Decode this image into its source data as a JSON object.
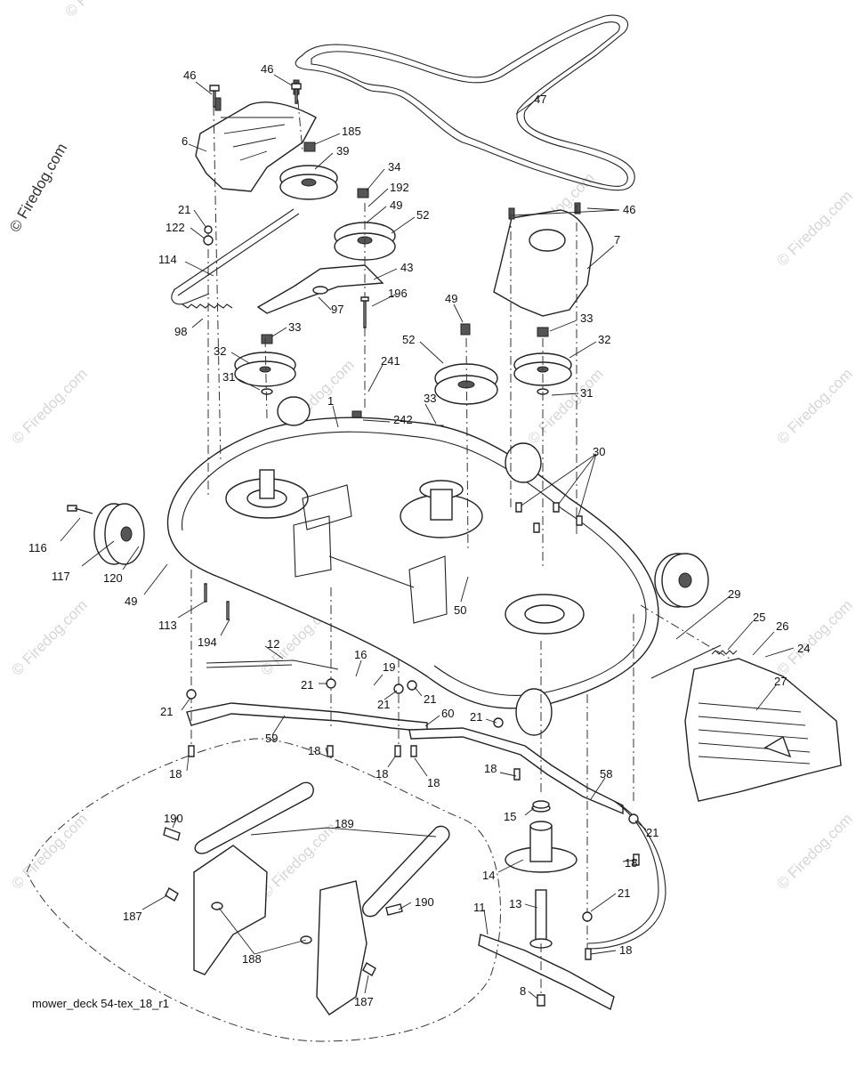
{
  "caption": "mower_deck 54-tex_18_r1",
  "watermark_main": "© Firedog.com",
  "watermark_repeat": "© Firedog.com",
  "callouts": [
    {
      "id": "c46a",
      "text": "46"
    },
    {
      "id": "c46b",
      "text": "46"
    },
    {
      "id": "c47",
      "text": "47"
    },
    {
      "id": "c185",
      "text": "185"
    },
    {
      "id": "c6",
      "text": "6"
    },
    {
      "id": "c39",
      "text": "39"
    },
    {
      "id": "c34",
      "text": "34"
    },
    {
      "id": "c192",
      "text": "192"
    },
    {
      "id": "c49a",
      "text": "49"
    },
    {
      "id": "c52a",
      "text": "52"
    },
    {
      "id": "c21a",
      "text": "21"
    },
    {
      "id": "c122",
      "text": "122"
    },
    {
      "id": "c114",
      "text": "114"
    },
    {
      "id": "c43",
      "text": "43"
    },
    {
      "id": "c196",
      "text": "196"
    },
    {
      "id": "c97",
      "text": "97"
    },
    {
      "id": "c98",
      "text": "98"
    },
    {
      "id": "c46c",
      "text": "46"
    },
    {
      "id": "c7",
      "text": "7"
    },
    {
      "id": "c49b",
      "text": "49"
    },
    {
      "id": "c33a",
      "text": "33"
    },
    {
      "id": "c33b",
      "text": "33"
    },
    {
      "id": "c32a",
      "text": "32"
    },
    {
      "id": "c52b",
      "text": "52"
    },
    {
      "id": "c32b",
      "text": "32"
    },
    {
      "id": "c241",
      "text": "241"
    },
    {
      "id": "c31a",
      "text": "31"
    },
    {
      "id": "c1",
      "text": "1"
    },
    {
      "id": "c242",
      "text": "242"
    },
    {
      "id": "c33c",
      "text": "33"
    },
    {
      "id": "c31b",
      "text": "31"
    },
    {
      "id": "c30",
      "text": "30"
    },
    {
      "id": "c116",
      "text": "116"
    },
    {
      "id": "c117",
      "text": "117"
    },
    {
      "id": "c120",
      "text": "120"
    },
    {
      "id": "c49c",
      "text": "49"
    },
    {
      "id": "c113",
      "text": "113"
    },
    {
      "id": "c50",
      "text": "50"
    },
    {
      "id": "c29",
      "text": "29"
    },
    {
      "id": "c194",
      "text": "194"
    },
    {
      "id": "c12",
      "text": "12"
    },
    {
      "id": "c25",
      "text": "25"
    },
    {
      "id": "c26",
      "text": "26"
    },
    {
      "id": "c24",
      "text": "24"
    },
    {
      "id": "c16",
      "text": "16"
    },
    {
      "id": "c19",
      "text": "19"
    },
    {
      "id": "c21b",
      "text": "21"
    },
    {
      "id": "c21c",
      "text": "21"
    },
    {
      "id": "c21d",
      "text": "21"
    },
    {
      "id": "c21e",
      "text": "21"
    },
    {
      "id": "c27",
      "text": "27"
    },
    {
      "id": "c60",
      "text": "60"
    },
    {
      "id": "c21f",
      "text": "21"
    },
    {
      "id": "c59",
      "text": "59"
    },
    {
      "id": "c18a",
      "text": "18"
    },
    {
      "id": "c18b",
      "text": "18"
    },
    {
      "id": "c18c",
      "text": "18"
    },
    {
      "id": "c18d",
      "text": "18"
    },
    {
      "id": "c18e",
      "text": "18"
    },
    {
      "id": "c58",
      "text": "58"
    },
    {
      "id": "c15",
      "text": "15"
    },
    {
      "id": "c21g",
      "text": "21"
    },
    {
      "id": "c190a",
      "text": "190"
    },
    {
      "id": "c189",
      "text": "189"
    },
    {
      "id": "c14",
      "text": "14"
    },
    {
      "id": "c18f",
      "text": "18"
    },
    {
      "id": "c21h",
      "text": "21"
    },
    {
      "id": "c187a",
      "text": "187"
    },
    {
      "id": "c190b",
      "text": "190"
    },
    {
      "id": "c11",
      "text": "11"
    },
    {
      "id": "c13",
      "text": "13"
    },
    {
      "id": "c188",
      "text": "188"
    },
    {
      "id": "c18g",
      "text": "18"
    },
    {
      "id": "c187b",
      "text": "187"
    },
    {
      "id": "c8",
      "text": "8"
    }
  ]
}
